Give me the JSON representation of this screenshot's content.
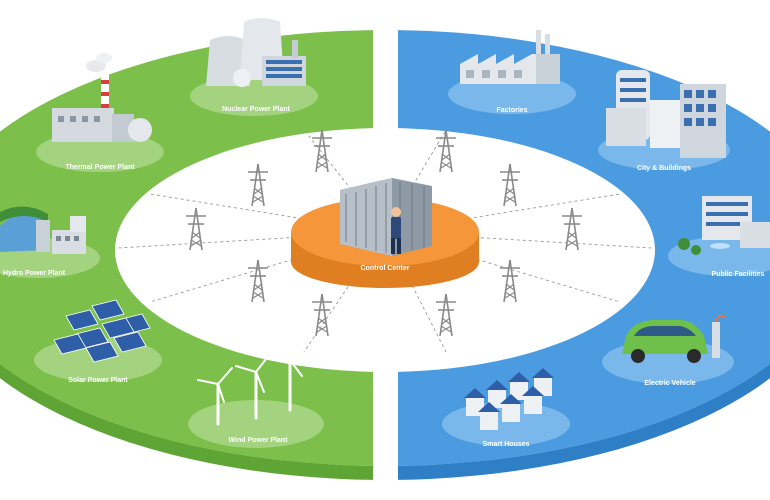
{
  "center": {
    "label": "Control Center"
  },
  "generation": {
    "color": "#7cc04b",
    "items": [
      {
        "label": "Nuclear Power Plant"
      },
      {
        "label": "Thermal Power Plant"
      },
      {
        "label": "Hydro Power Plant"
      },
      {
        "label": "Solar Power Plant"
      },
      {
        "label": "Wind Power Plant"
      }
    ]
  },
  "consumption": {
    "color": "#4a9be0",
    "items": [
      {
        "label": "Factories"
      },
      {
        "label": "City & Buildings"
      },
      {
        "label": "Public Facilities"
      },
      {
        "label": "Electric Vehicle"
      },
      {
        "label": "Smart Houses"
      }
    ]
  },
  "colors": {
    "hub": "#f5963a",
    "hub_side": "#e07f22",
    "tower": "#8a8a8a",
    "connector": "#9a9a9a"
  }
}
